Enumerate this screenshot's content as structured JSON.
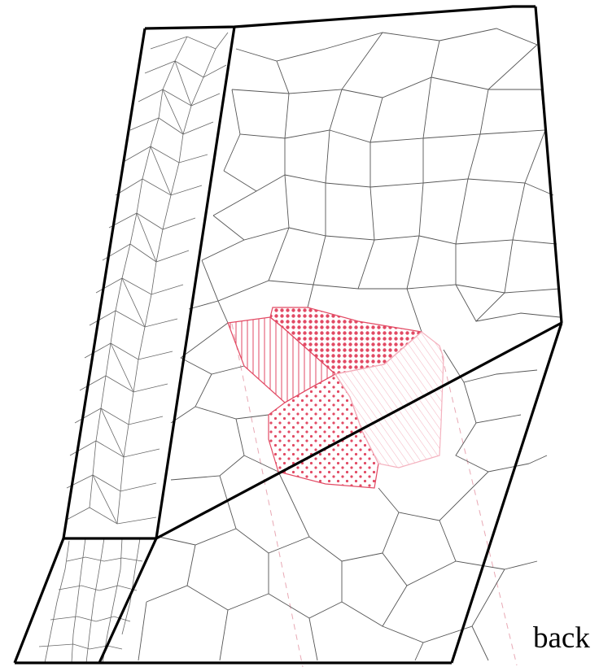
{
  "labels": {
    "back": "back"
  },
  "colors": {
    "outline": "#000000",
    "grain_boundary": "#555555",
    "highlight": "#e24a64",
    "highlight_light": "#f4b2bf",
    "background": "#ffffff"
  },
  "highlighted_grains": [
    {
      "name": "vertical-hatch-grain",
      "pattern": "vertical-lines"
    },
    {
      "name": "dense-dot-grain",
      "pattern": "dense-dots"
    },
    {
      "name": "sparse-dot-grain",
      "pattern": "sparse-dots"
    },
    {
      "name": "diagonal-hatch-grain",
      "pattern": "diagonal-lines"
    }
  ]
}
